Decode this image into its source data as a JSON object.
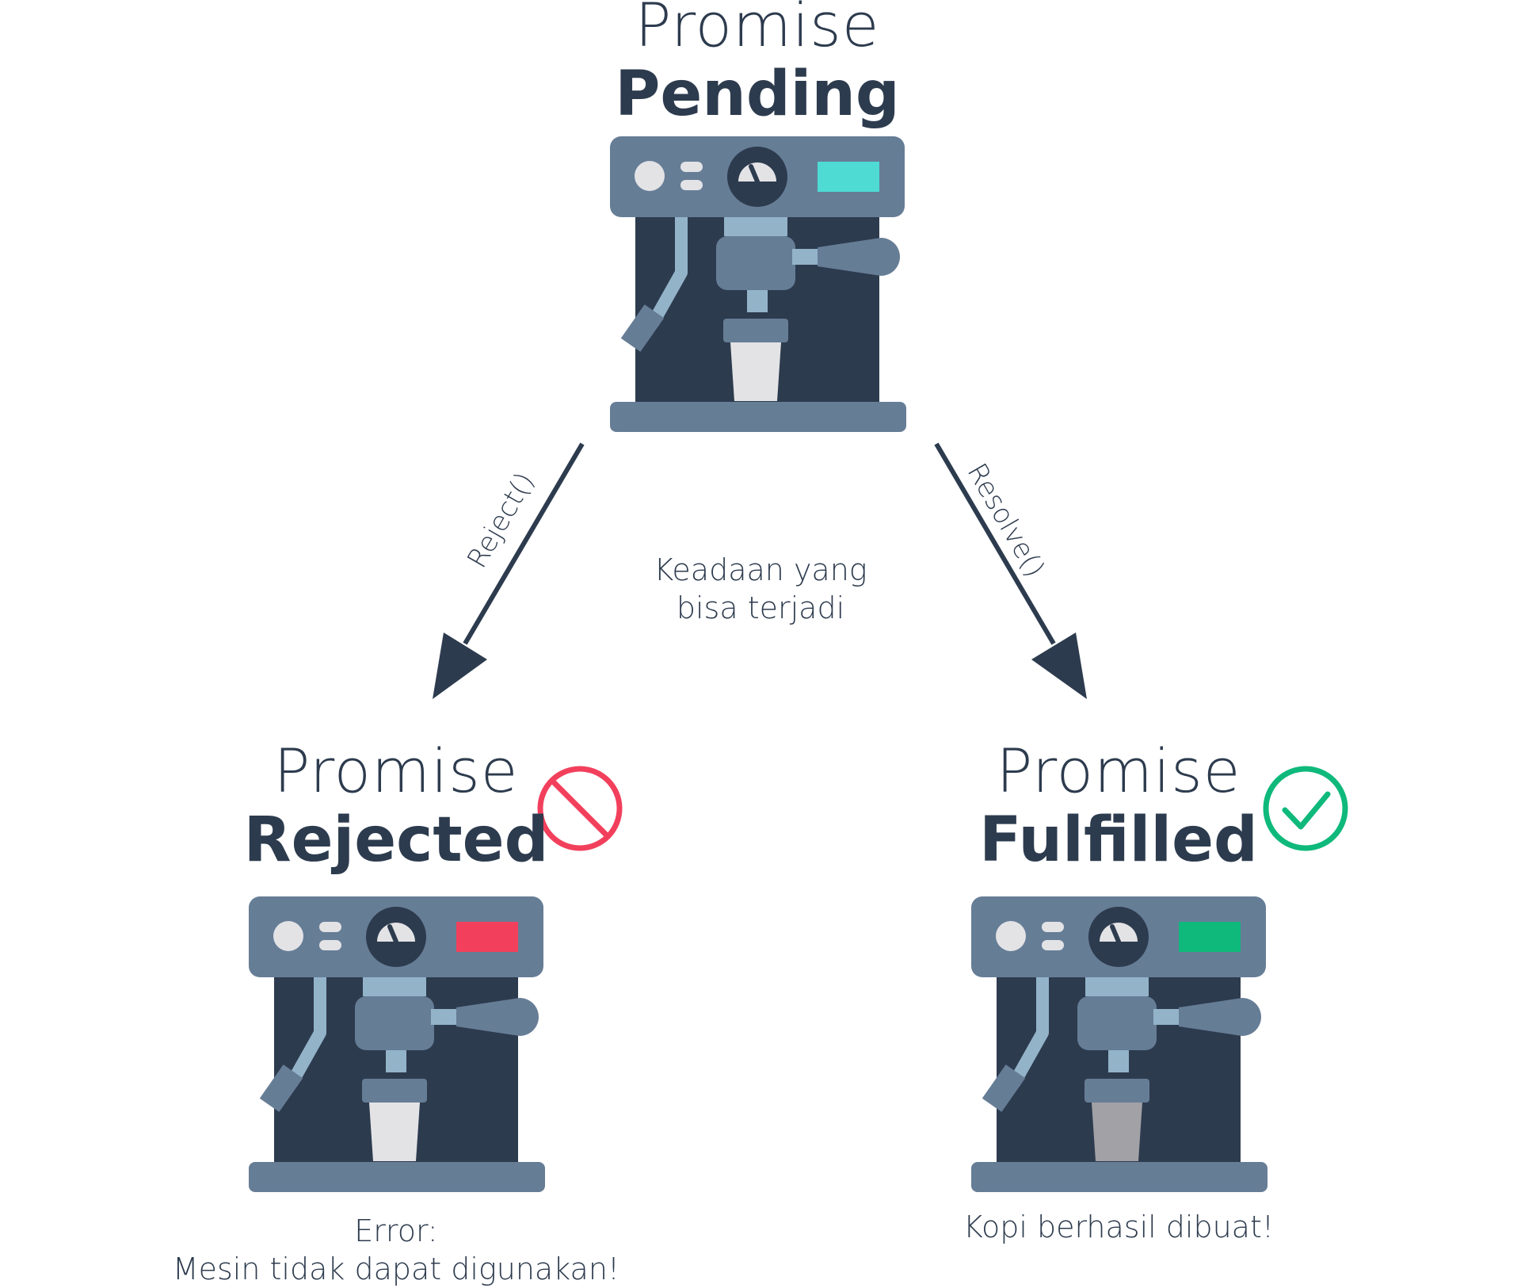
{
  "pending": {
    "title_light": "Promise",
    "title_bold": "Pending",
    "indicator_color": "#4ddbd4"
  },
  "rejected": {
    "title_light": "Promise",
    "title_bold": "Rejected",
    "indicator_color": "#f2405c",
    "status_icon": "prohibited-icon",
    "status_color": "#f2405c",
    "caption_line1": "Error:",
    "caption_line2": "Mesin tidak dapat digunakan!"
  },
  "fulfilled": {
    "title_light": "Promise",
    "title_bold": "Fulfilled",
    "indicator_color": "#0fb97c",
    "status_icon": "check-circle-icon",
    "status_color": "#0fb97c",
    "caption": "Kopi berhasil dibuat!"
  },
  "arrows": {
    "reject_label": "Reject()",
    "resolve_label": "Resolve()"
  },
  "center_note": {
    "line1": "Keadaan yang",
    "line2": "bisa terjadi"
  },
  "colors": {
    "dark": "#2d3b4e",
    "slate": "#667d96",
    "light_blue": "#93b3c9",
    "cup_empty": "#e3e3e6",
    "cup_full": "#a1a1a6"
  }
}
